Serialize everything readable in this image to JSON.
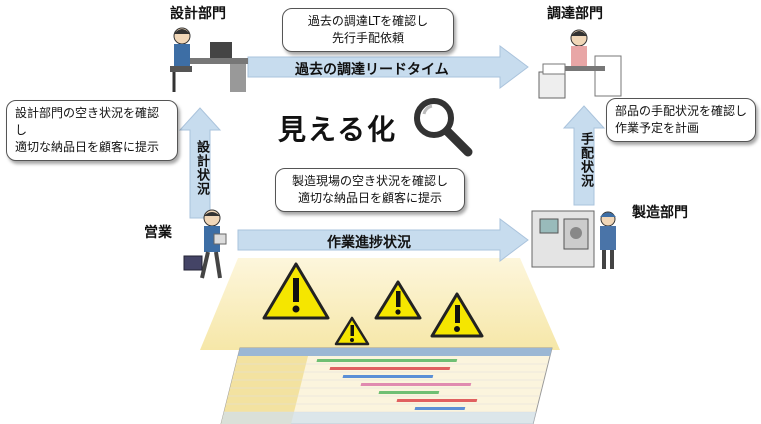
{
  "departments": {
    "design": "設計部門",
    "procurement": "調達部門",
    "sales": "営業",
    "manufacturing": "製造部門"
  },
  "bubbles": {
    "top": [
      "過去の調達LTを確認し",
      "先行手配依頼"
    ],
    "left": [
      "設計部門の空き状況を確認し",
      "適切な納品日を顧客に提示"
    ],
    "right": [
      "部品の手配状況を確認し",
      "作業予定を計画"
    ],
    "middle": [
      "製造現場の空き状況を確認し",
      "適切な納品日を顧客に提示"
    ]
  },
  "arrows": {
    "top": "過去の調達リードタイム",
    "bottom": "作業進捗状況",
    "left_vertical": "設計状況",
    "right_vertical": "手配状況"
  },
  "center_text": "見える化",
  "colors": {
    "arrow": "#c7dcee",
    "glow": "#fbf0c4",
    "warning": "#f5e600"
  }
}
